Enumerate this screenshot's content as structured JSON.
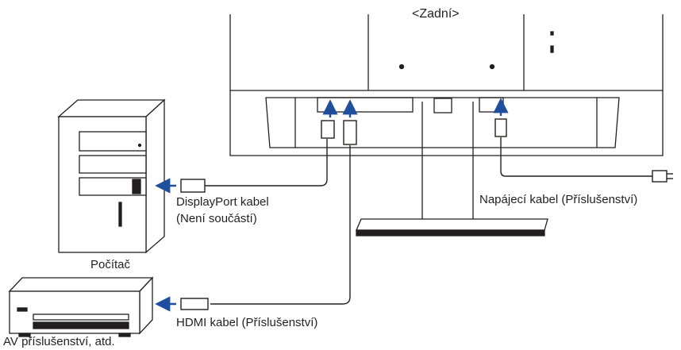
{
  "labels": {
    "rear_view": "<Zadní>",
    "displayport_cable": "DisplayPort kabel",
    "displayport_note": "(Není součástí)",
    "power_cable": "Napájecí kabel (Příslušenství)",
    "computer": "Počítač",
    "hdmi_cable": "HDMI kabel (Příslušenství)",
    "av_device": "AV příslušenství, atd."
  },
  "colors": {
    "line": "#231f20",
    "arrow": "#1f4e9c",
    "panel_fill": "#ffffff",
    "dark_bar": "#231f20"
  }
}
